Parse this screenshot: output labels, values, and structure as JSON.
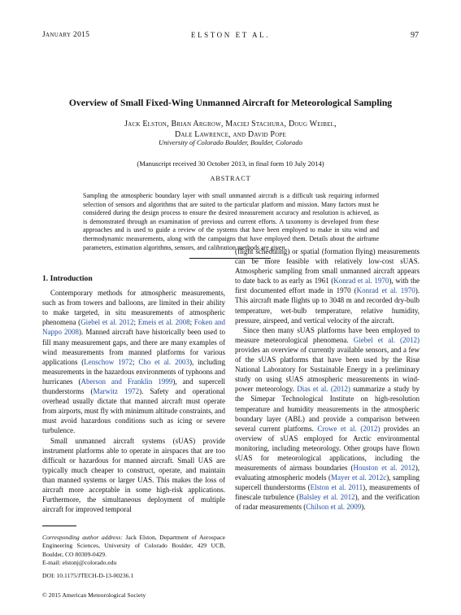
{
  "running_head": {
    "left": "January 2015",
    "center": "ELSTON ET AL.",
    "page_number": "97"
  },
  "title": "Overview of Small Fixed-Wing Unmanned Aircraft for Meteorological Sampling",
  "authors": {
    "line1": "Jack Elston, Brian Argrow, Maciej Stachura, Doug Weibel,",
    "line2": "Dale Lawrence, and David Pope"
  },
  "affiliation": "University of Colorado Boulder, Boulder, Colorado",
  "manuscript_note": "(Manuscript received 30 October 2013, in final form 10 July 2014)",
  "abstract": {
    "heading": "ABSTRACT",
    "text": "Sampling the atmospheric boundary layer with small unmanned aircraft is a difficult task requiring informed selection of sensors and algorithms that are suited to the particular platform and mission. Many factors must be considered during the design process to ensure the desired measurement accuracy and resolution is achieved, as is demonstrated through an examination of previous and current efforts. A taxonomy is developed from these approaches and is used to guide a review of the systems that have been employed to make in situ wind and thermodynamic measurements, along with the campaigns that have employed them. Details about the airframe parameters, estimation algorithms, sensors, and calibration methods are given."
  },
  "intro": {
    "heading": "1. Introduction",
    "p1": {
      "a": "Contemporary methods for atmospheric measurements, such as from towers and balloons, are limited in their ability to make targeted, in situ measurements of atmospheric phenomena (",
      "c1": "Giebel et al. 2012",
      "b": "; ",
      "c2": "Emeis et al. 2008",
      "c": "; ",
      "c3": "Foken and Nappo 2008",
      "d": "). Manned aircraft have historically been used to fill many measurement gaps, and there are many examples of wind measurements from manned platforms for various applications (",
      "c4": "Lenschow 1972",
      "e": "; ",
      "c5": "Cho et al. 2003",
      "f": "), including measurements in the hazardous environments of typhoons and hurricanes (",
      "c6": "Aberson and Franklin 1999",
      "g": "), and supercell thunderstorms (",
      "c7": "Marwitz 1972",
      "h": "). Safety and operational overhead usually dictate that manned aircraft must operate from airports, must fly with minimum altitude constraints, and must avoid hazardous conditions such as icing or severe turbulence."
    },
    "p2": "Small unmanned aircraft systems (sUAS) provide instrument platforms able to operate in airspaces that are too difficult or hazardous for manned aircraft. Small UAS are typically much cheaper to construct, operate, and maintain than manned systems or larger UAS. This makes the loss of aircraft more acceptable in some high-risk applications. Furthermore, the simultaneous deployment of multiple aircraft for improved temporal",
    "p3": {
      "a": "(flight scheduling) or spatial (formation flying) measurements can be more feasible with relatively low-cost sUAS. Atmospheric sampling from small unmanned aircraft appears to date back to as early as 1961 (",
      "c1": "Konrad et al. 1970",
      "b": "), with the first documented effort made in 1970 (",
      "c2": "Konrad et al. 1970",
      "c": "). This aircraft made flights up to 3048 m and recorded dry-bulb temperature, wet-bulb temperature, relative humidity, pressure, airspeed, and vertical velocity of the aircraft."
    },
    "p4": {
      "a": "Since then many sUAS platforms have been employed to measure meteorological phenomena. ",
      "c1": "Giebel et al. (2012)",
      "b": " provides an overview of currently available sensors, and a few of the sUAS platforms that have been used by the Risø National Laboratory for Sustainable Energy in a preliminary study on using sUAS atmospheric measurements in wind-power meteorology. ",
      "c2": "Dias et al. (2012)",
      "c": " summarize a study by the Simepar Technological Institute on high-resolution temperature and humidity measurements in the atmospheric boundary layer (ABL) and provide a comparison between several current platforms. ",
      "c3": "Crowe et al. (2012)",
      "d": " provides an overview of sUAS employed for Arctic environmental monitoring, including meteorology. Other groups have flown sUAS for meteorological applications, including the measurements of airmass boundaries (",
      "c4": "Houston et al. 2012",
      "e": "), evaluating atmospheric models (",
      "c5": "Mayer et al. 2012c",
      "f": "), sampling supercell thunderstorms (",
      "c6": "Elston et al. 2011",
      "g": "), measurements of finescale turbulence (",
      "c7": "Balsley et al. 2012",
      "h": "), and the verification of radar measurements (",
      "c8": "Chilson et al. 2009",
      "i": ")."
    }
  },
  "footnote": {
    "label": "Corresponding author address:",
    "text": " Jack Elston, Department of Aerospace Engineering Sciences, University of Colorado Boulder, 429 UCB, Boulder, CO 80309-0429.",
    "email": "E-mail: elstonj@colorado.edu"
  },
  "doi": "DOI: 10.1175/JTECH-D-13-00236.1",
  "copyright": "© 2015 American Meteorological Society"
}
